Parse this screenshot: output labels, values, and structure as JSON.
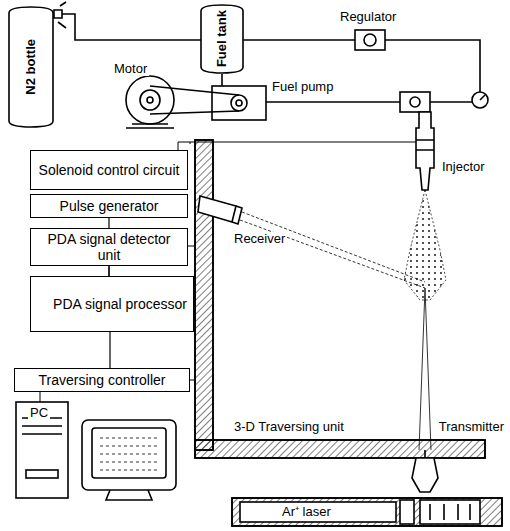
{
  "diagram": {
    "nodes": [
      {
        "text": [
          "N2 bottle"
        ]
      },
      {
        "text": [
          "Fuel tank"
        ]
      },
      {
        "text": [
          "Solenoid control circuit"
        ]
      },
      {
        "text": [
          "Pulse generator"
        ]
      },
      {
        "text": [
          "PDA signal detector unit"
        ]
      },
      {
        "text": [
          "PDA signal processor"
        ]
      },
      {
        "text": [
          "Traversing controller"
        ]
      }
    ],
    "edges": [
      {
        "from": 3,
        "to": 5,
        "arrow": "none"
      },
      {
        "from": 4,
        "to": 5,
        "arrow": "none"
      },
      {
        "from": 5,
        "to": 6,
        "arrow": "none"
      }
    ],
    "labels": [
      "Regulator",
      "Motor",
      "Fuel pump",
      "Injector",
      "Receiver",
      "PC",
      "3-D Traversing unit",
      "Transmitter",
      "Ar⁺ laser"
    ]
  }
}
